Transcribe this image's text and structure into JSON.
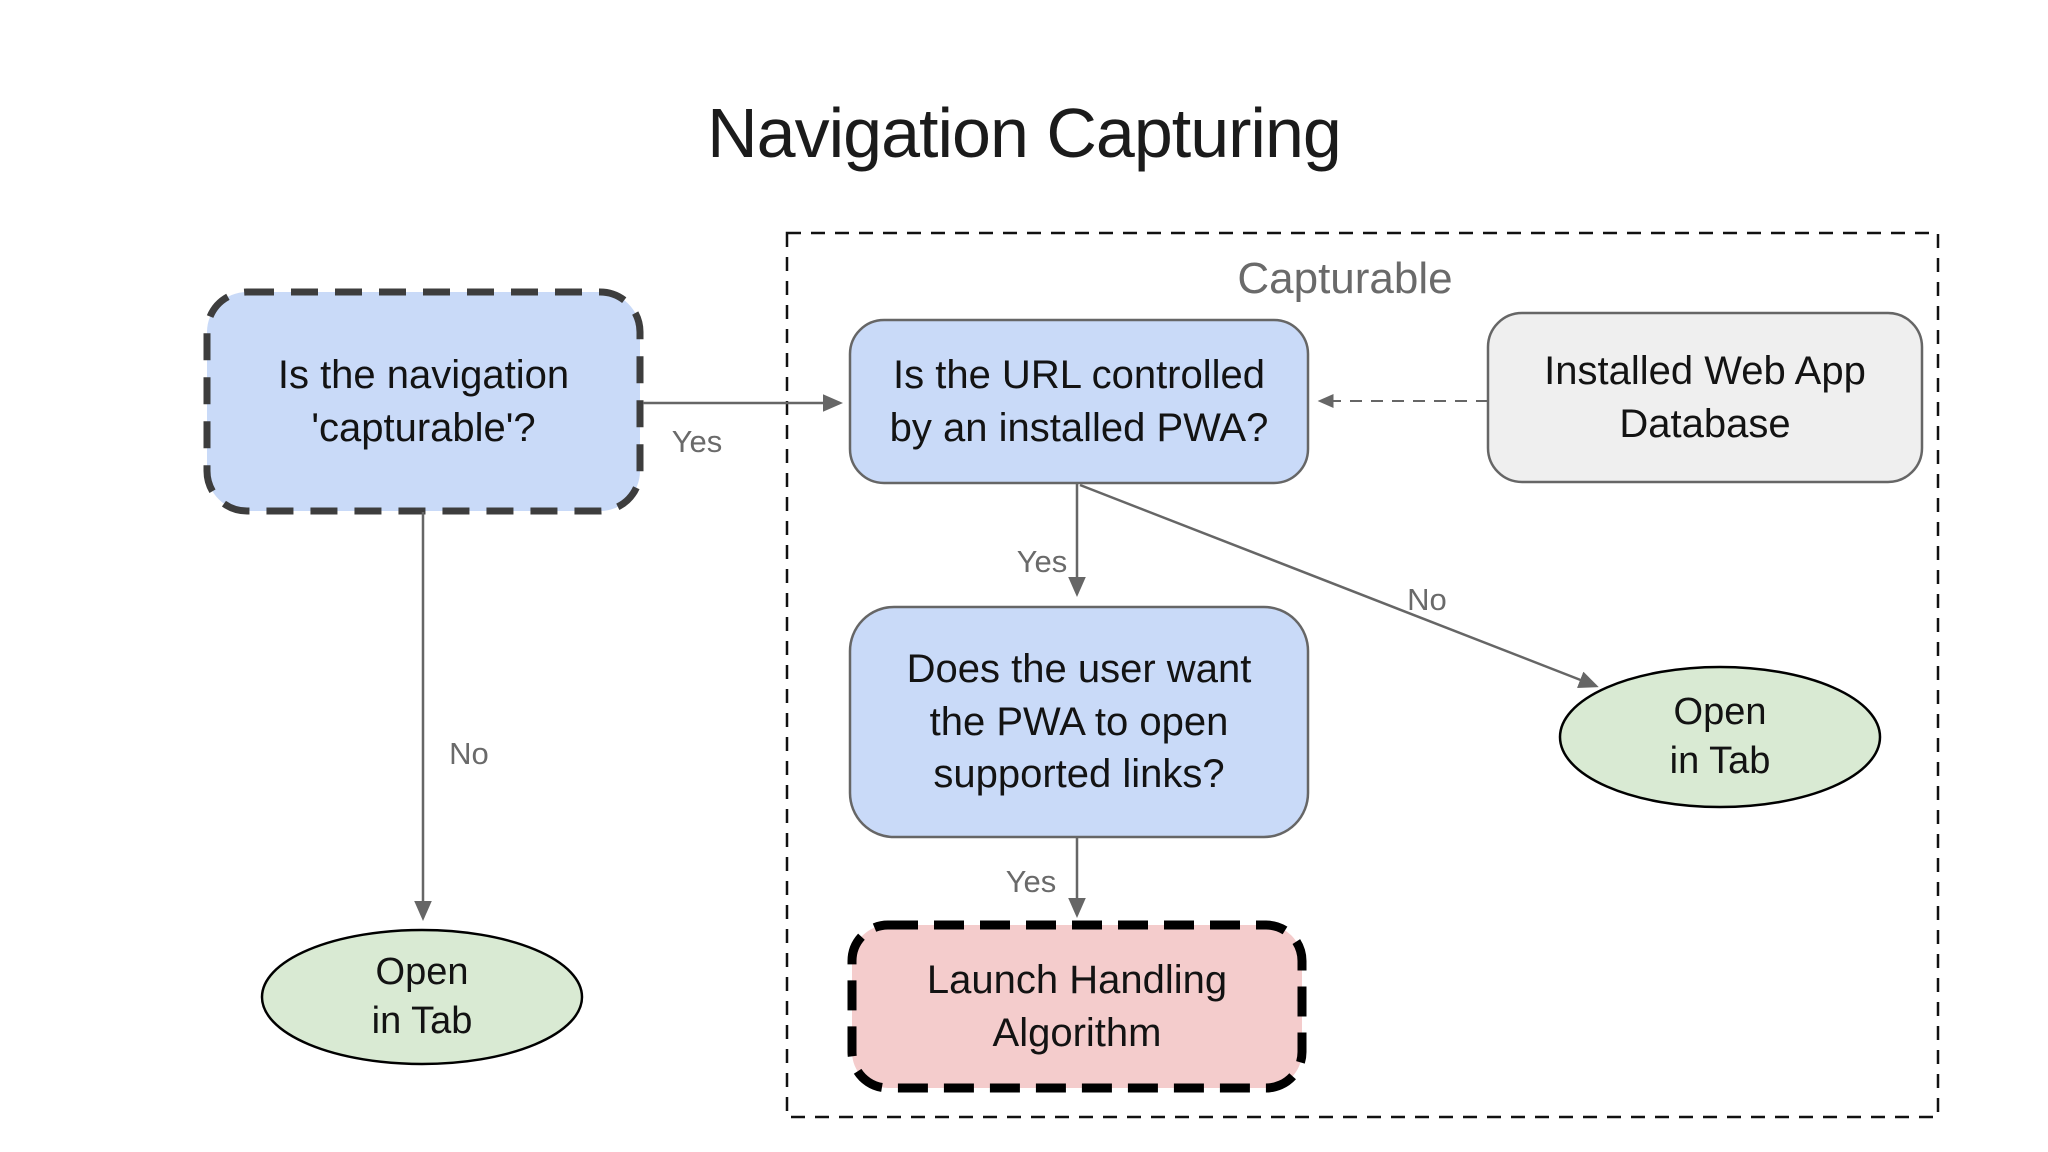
{
  "title": "Navigation Capturing",
  "group": {
    "label": "Capturable"
  },
  "nodes": {
    "q_capturable": {
      "lines": [
        "Is the navigation",
        "'capturable'?"
      ]
    },
    "q_url": {
      "lines": [
        "Is the URL controlled",
        "by an installed PWA?"
      ]
    },
    "db": {
      "lines": [
        "Installed Web App",
        "Database"
      ]
    },
    "q_user": {
      "lines": [
        "Does the user want",
        "the PWA to open",
        "supported links?"
      ]
    },
    "launch": {
      "lines": [
        "Launch Handling",
        "Algorithm"
      ]
    },
    "open_tab_left": {
      "lines": [
        "Open",
        "in Tab"
      ]
    },
    "open_tab_right": {
      "lines": [
        "Open",
        "in Tab"
      ]
    }
  },
  "edges": {
    "capturable_yes": {
      "label": "Yes"
    },
    "capturable_no": {
      "label": "No"
    },
    "url_yes": {
      "label": "Yes"
    },
    "url_no": {
      "label": "No"
    },
    "user_yes": {
      "label": "Yes"
    }
  },
  "colors": {
    "node_blue": "#c9daf8",
    "node_green": "#d9ead3",
    "node_pink": "#f4cccc",
    "node_gray": "#efefef",
    "solid_border": "#666666",
    "dashed_border_dark": "#3d3d3d",
    "black_border": "#000000",
    "arrow": "#666666",
    "edge_label_text": "#6a6a6a",
    "node_text": "#131313",
    "title_text": "#1b1b1b"
  }
}
